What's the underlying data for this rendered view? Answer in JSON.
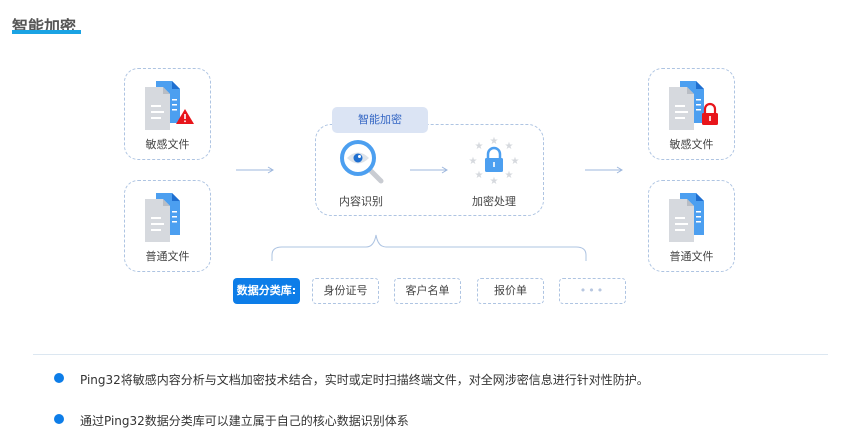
{
  "title": "智能加密",
  "left_files": [
    {
      "label": "敏感文件",
      "icon": "sensitive-file-warning-icon"
    },
    {
      "label": "普通文件",
      "icon": "normal-file-icon"
    }
  ],
  "right_files": [
    {
      "label": "敏感文件",
      "icon": "encrypted-file-lock-icon"
    },
    {
      "label": "普通文件",
      "icon": "normal-file-icon"
    }
  ],
  "process": {
    "tab": "智能加密",
    "step1": "内容识别",
    "step2": "加密处理"
  },
  "library": {
    "label": "数据分类库:",
    "tags": [
      "身份证号",
      "客户名单",
      "报价单",
      "•••"
    ]
  },
  "bullets": [
    "Ping32将敏感内容分析与文档加密技术结合，实时或定时扫描终端文件，对全网涉密信息进行针对性防护。",
    "通过Ping32数据分类库可以建立属于自己的核心数据识别体系"
  ],
  "colors": {
    "accent": "#0d7de8",
    "underline": "#1aa3e3",
    "warning": "#e8151b"
  }
}
